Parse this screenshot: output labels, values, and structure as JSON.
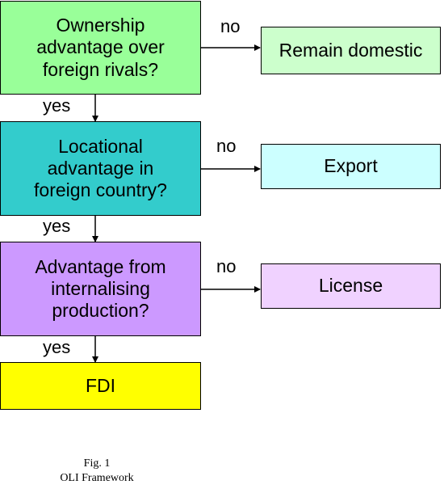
{
  "questions": [
    {
      "text": "Ownership advantage over foreign rivals?",
      "color": "#99ff99"
    },
    {
      "text": "Locational advantage in foreign country?",
      "color": "#33cccc"
    },
    {
      "text": "Advantage from internalising production?",
      "color": "#cc99ff"
    }
  ],
  "outcomes": [
    {
      "text": "Remain domestic",
      "color": "#ccffcc"
    },
    {
      "text": "Export",
      "color": "#ccffff"
    },
    {
      "text": "License",
      "color": "#f0d2ff"
    }
  ],
  "final": {
    "text": "FDI",
    "color": "#ffff00"
  },
  "labels": {
    "no": "no",
    "yes": "yes"
  },
  "caption": {
    "line1": "Fig. 1",
    "line2": "OLI Framework"
  }
}
